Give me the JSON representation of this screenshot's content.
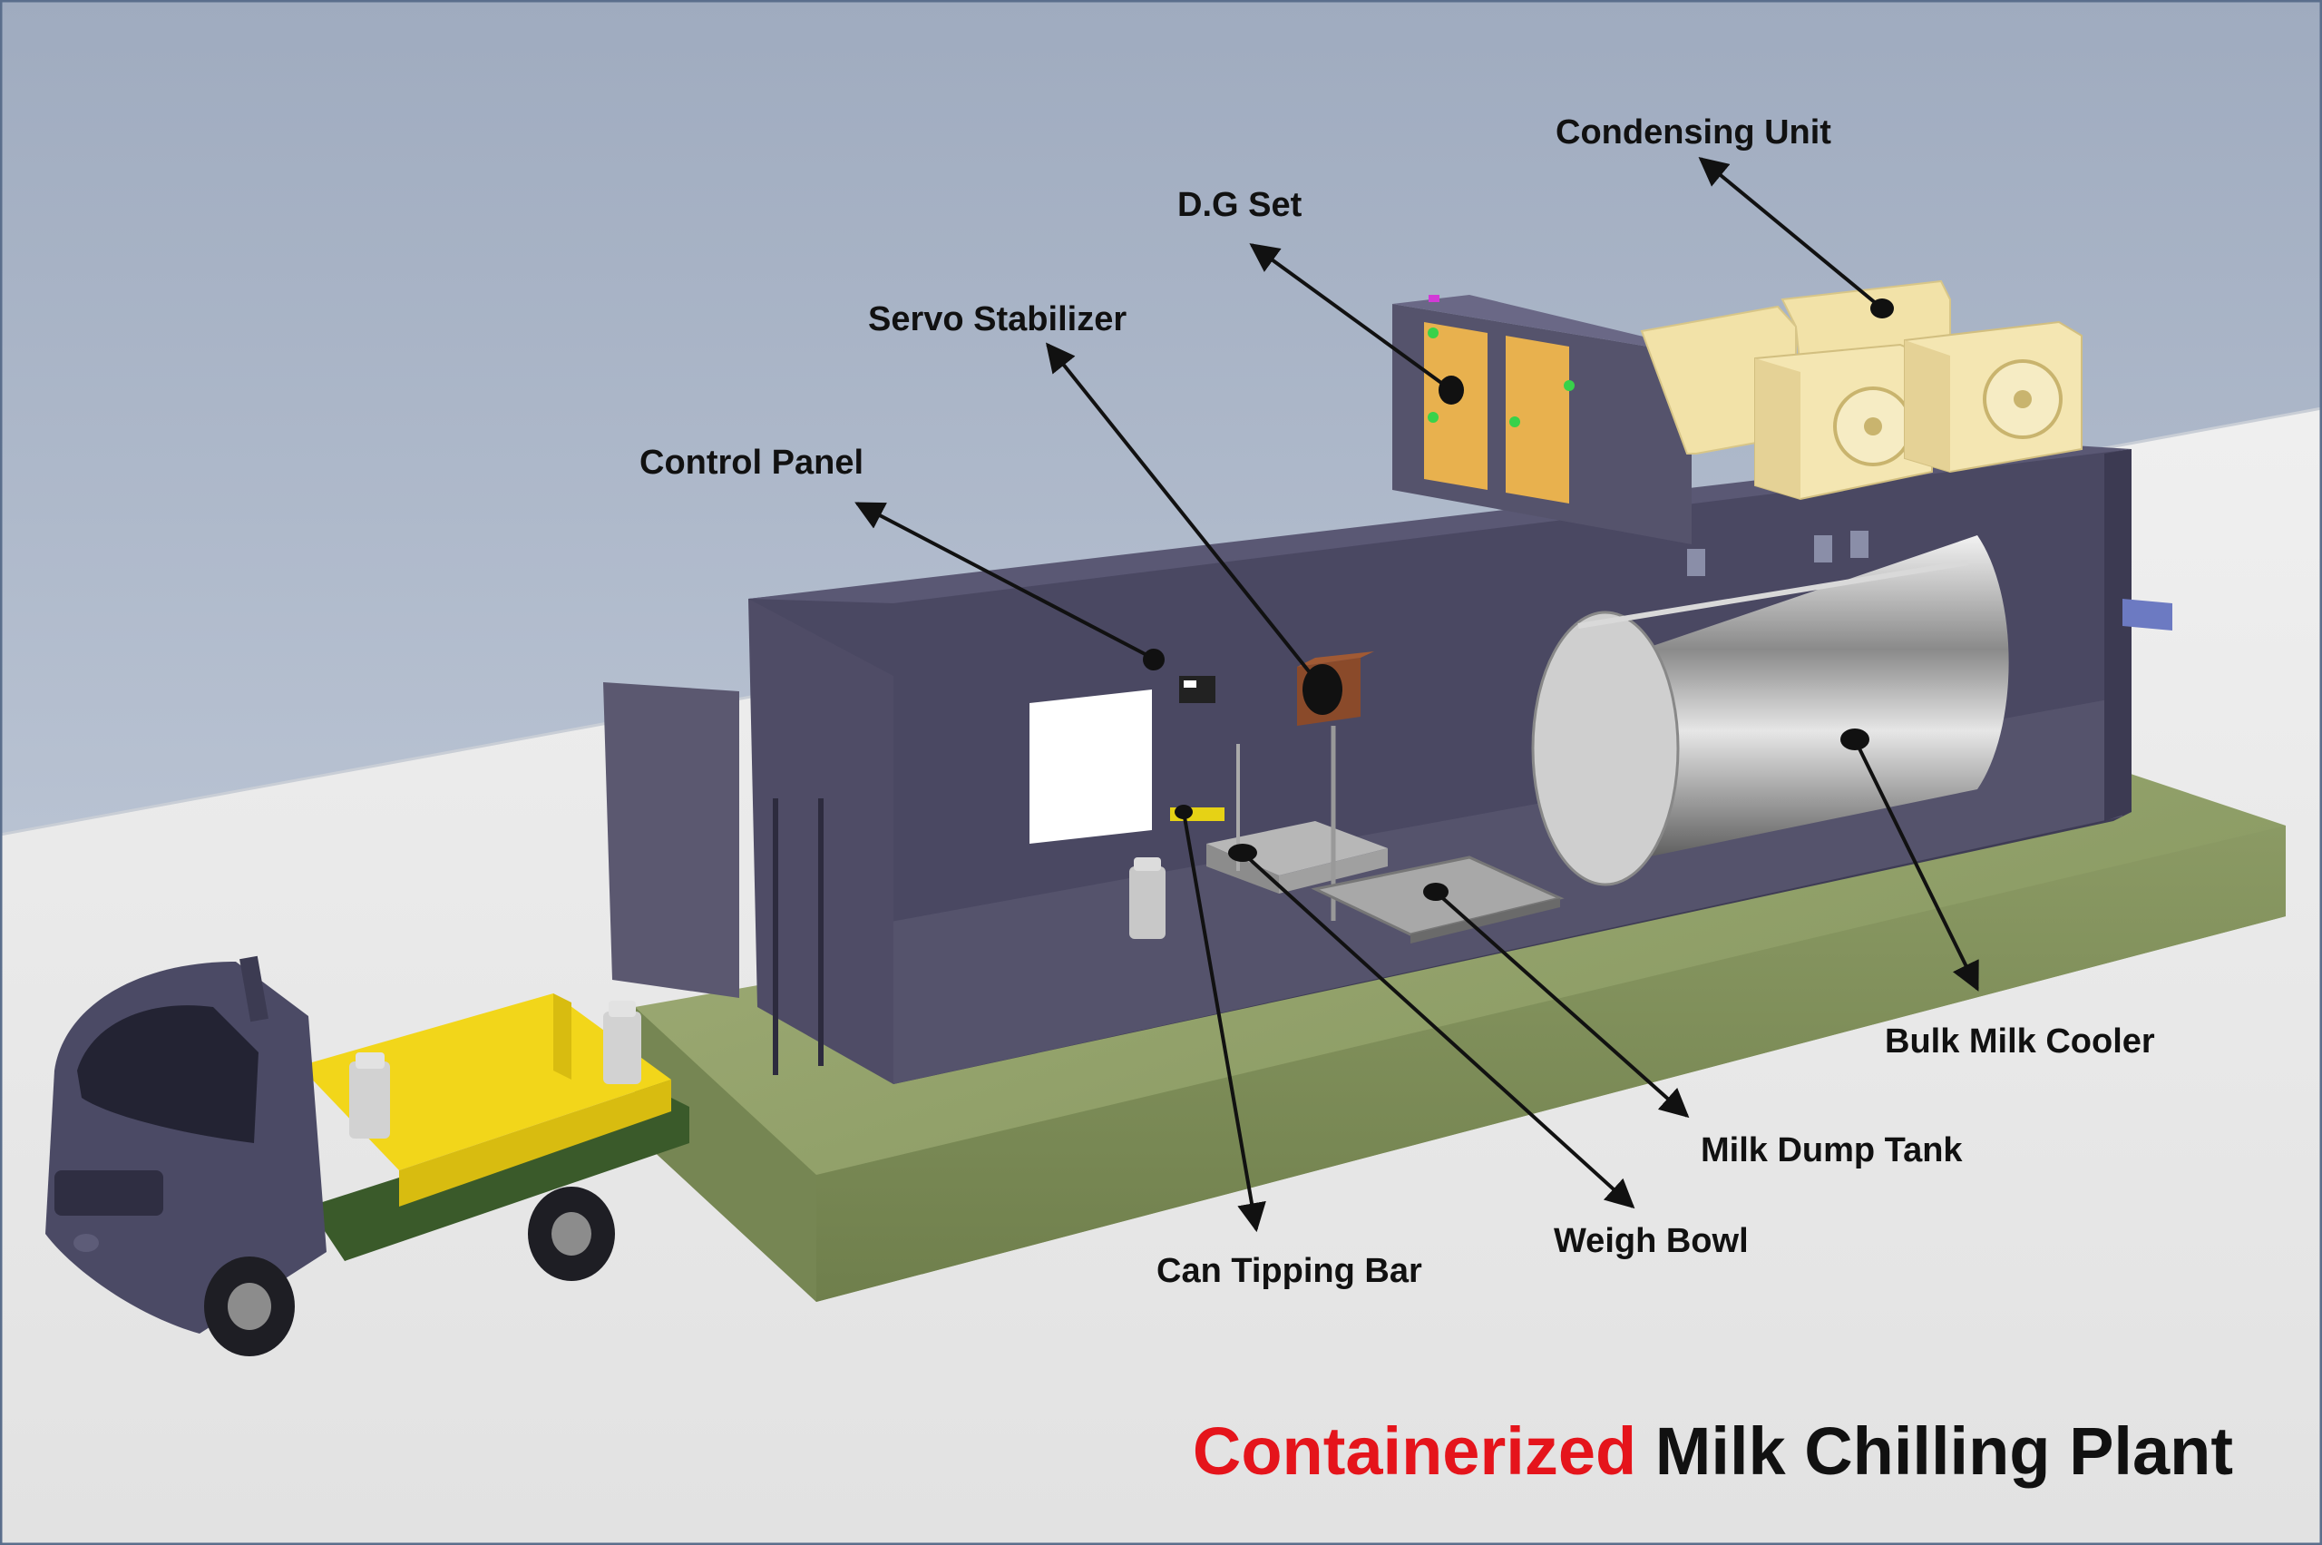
{
  "title": {
    "highlight": "Containerized",
    "rest": "Milk Chilling Plant",
    "highlight_color": "#e5141b",
    "rest_color": "#111111"
  },
  "callouts": [
    {
      "id": "condensing-unit",
      "label": "Condensing Unit"
    },
    {
      "id": "dg-set",
      "label": "D.G Set"
    },
    {
      "id": "servo-stabilizer",
      "label": "Servo Stabilizer"
    },
    {
      "id": "control-panel",
      "label": "Control Panel"
    },
    {
      "id": "bulk-milk-cooler",
      "label": "Bulk Milk Cooler"
    },
    {
      "id": "milk-dump-tank",
      "label": "Milk Dump Tank"
    },
    {
      "id": "weigh-bowl",
      "label": "Weigh Bowl"
    },
    {
      "id": "can-tipping-bar",
      "label": "Can Tipping Bar"
    }
  ],
  "colors": {
    "wall": "#a9b4c6",
    "floor": "#eeeeee",
    "container": "#4f4c66",
    "dg_panel": "#e8b14e",
    "condenser": "#f2e2a8",
    "grass": "#8fa064",
    "truck_body": "#4b4a65",
    "truck_bed": "#f2d61a",
    "frame": "#5a6e8c"
  }
}
